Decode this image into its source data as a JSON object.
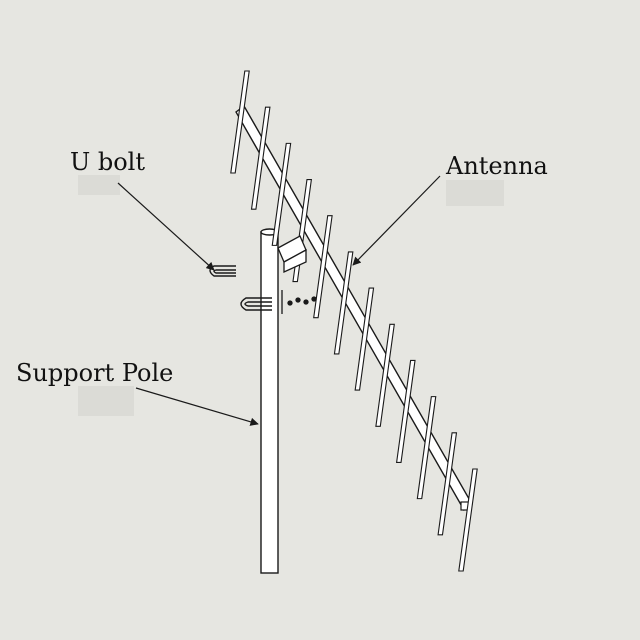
{
  "labels": {
    "u_bolt": "U bolt",
    "antenna": "Antenna",
    "support_pole": "Support Pole"
  },
  "colors": {
    "background": "#e6e6e1",
    "line": "#1a1a1a",
    "fill": "#ffffff"
  }
}
